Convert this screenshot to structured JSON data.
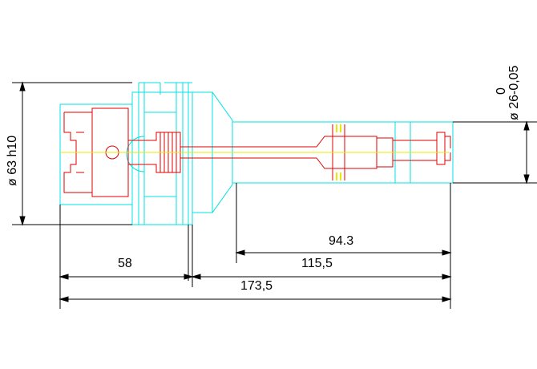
{
  "drawing": {
    "colors": {
      "outline": "#00e0e0",
      "inner_part": "#e00000",
      "centerline": "#e8e800",
      "dimension": "#000000",
      "background": "#ffffff"
    },
    "dimensions": {
      "shank_diameter": "ø 63 h10",
      "bore_diameter": "ø 26-0,05",
      "bore_tolerance_upper": "0",
      "length_94": "94.3",
      "length_58": "58",
      "length_115": "115,5",
      "length_173": "173,5"
    }
  }
}
